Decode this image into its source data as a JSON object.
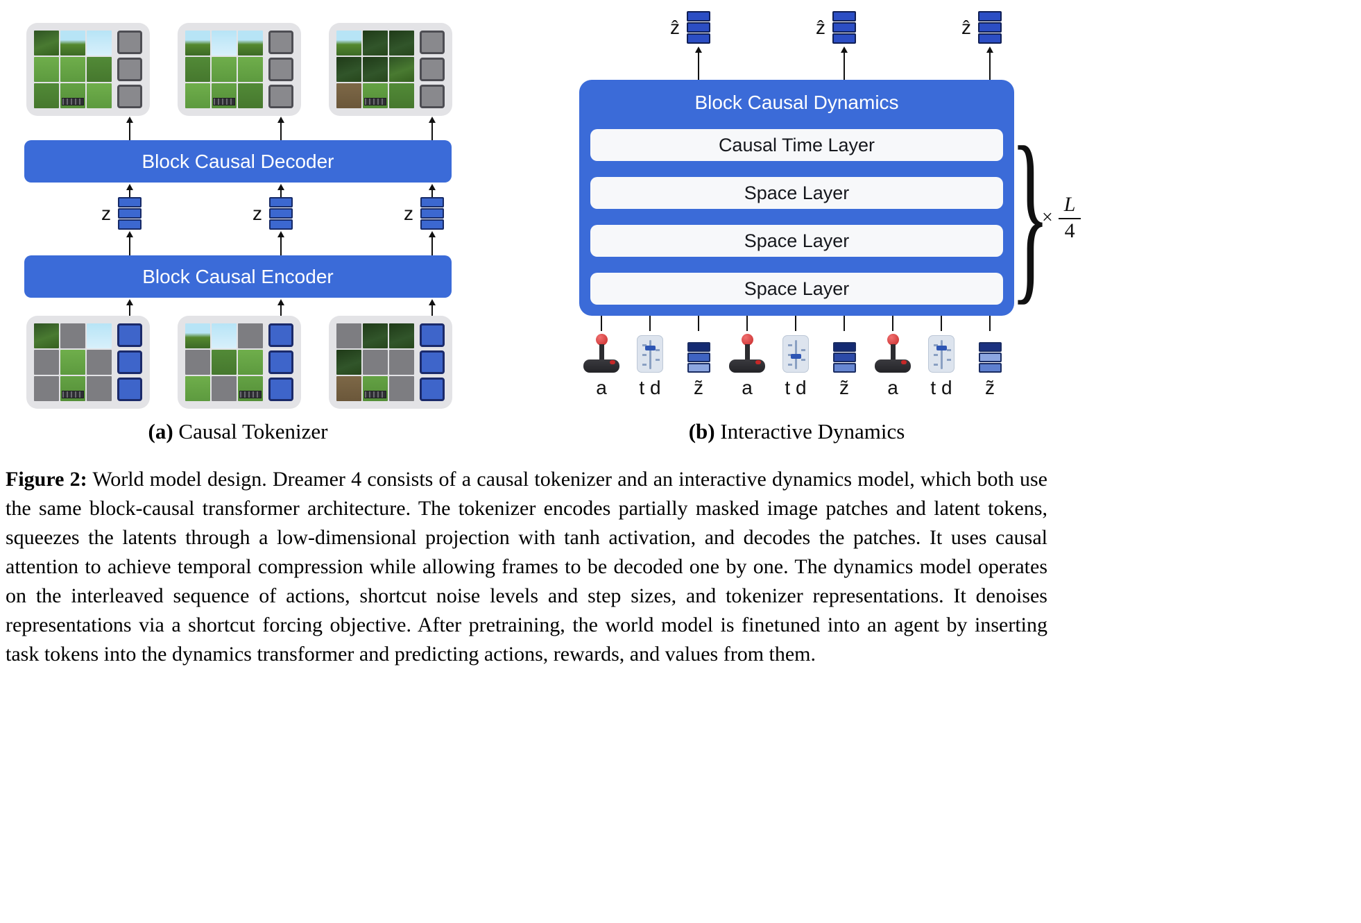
{
  "colors": {
    "blue": "#3b6bd8",
    "token_fill": "#3c68d0",
    "token_border": "#172a66",
    "zhat_fill": "#2c4ec4",
    "zhat_border": "#101f55",
    "grey_fill": "#89898d",
    "grey_border": "#4d4d53",
    "latent_blue_fill": "#3e65ca",
    "latent_blue_border": "#1b2a6a",
    "pod_bg": "#e3e3e6",
    "layer_bg": "#f7f8fa",
    "arrow": "#111111"
  },
  "panel_a": {
    "caption_label": "(a)",
    "caption_title": "Causal Tokenizer",
    "decoder_label": "Block Causal Decoder",
    "encoder_label": "Block Causal Encoder",
    "latent_label": "z",
    "top_grids": [
      [
        "tree",
        "skytree",
        "sky",
        "grass",
        "grass",
        "grassdark",
        "grassdark",
        "hotbar",
        "grass"
      ],
      [
        "skytree",
        "sky",
        "skytree",
        "grassdark",
        "grass",
        "grass",
        "grass",
        "hotbar",
        "grassdark"
      ],
      [
        "skytree",
        "treedark",
        "treedark",
        "treedark",
        "treedark",
        "tree",
        "dirt",
        "hotbar",
        "grassdark"
      ]
    ],
    "bottom_grids": [
      [
        "tree",
        "masked",
        "sky",
        "masked",
        "grass",
        "masked",
        "masked",
        "hotbar",
        "masked"
      ],
      [
        "skytree",
        "sky",
        "masked",
        "masked",
        "grassdark",
        "grass",
        "grass",
        "masked",
        "hotbar"
      ],
      [
        "masked",
        "treedark",
        "treedark",
        "treedark",
        "masked",
        "masked",
        "dirt",
        "hotbar",
        "masked"
      ]
    ]
  },
  "panel_b": {
    "caption_label": "(b)",
    "caption_title": "Interactive Dynamics",
    "box_title": "Block Causal Dynamics",
    "layers": [
      "Causal Time Layer",
      "Space Layer",
      "Space Layer",
      "Space Layer"
    ],
    "output_label": "ẑ",
    "input_labels": [
      "a",
      "t d",
      "z̃"
    ],
    "repeat": {
      "times": "×",
      "numerator": "L",
      "denominator": "4",
      "brace": "}"
    },
    "zt_stacks": [
      [
        "#142a72",
        "#3f63c2",
        "#8ca6e0"
      ],
      [
        "#142a72",
        "#2c4aa8",
        "#6787d2"
      ],
      [
        "#1b3180",
        "#8ca6e0",
        "#5e80cf"
      ]
    ]
  },
  "figure_caption": {
    "label": "Figure 2:",
    "text": "World model design. Dreamer 4 consists of a causal tokenizer and an interactive dynamics model, which both use the same block-causal transformer architecture. The tokenizer encodes partially masked image patches and latent tokens, squeezes the latents through a low-dimensional projection with tanh activation, and decodes the patches. It uses causal attention to achieve temporal compression while allowing frames to be decoded one by one. The dynamics model operates on the interleaved sequence of actions, shortcut noise levels and step sizes, and tokenizer representations. It denoises representations via a shortcut forcing objective. After pretraining, the world model is finetuned into an agent by inserting task tokens into the dynamics transformer and predicting actions, rewards, and values from them."
  }
}
